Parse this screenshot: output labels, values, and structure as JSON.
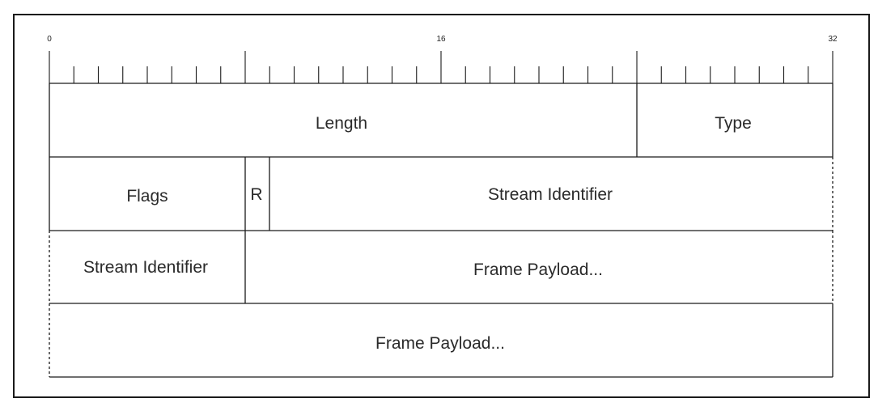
{
  "ruler": {
    "start_label": "0",
    "mid_label": "16",
    "end_label": "32"
  },
  "fields": {
    "length": "Length",
    "type": "Type",
    "flags": "Flags",
    "reserved": "R",
    "stream_identifier_row2": "Stream Identifier",
    "stream_identifier_row3": "Stream Identifier",
    "frame_payload_row3": "Frame Payload...",
    "frame_payload_row4": "Frame Payload..."
  }
}
